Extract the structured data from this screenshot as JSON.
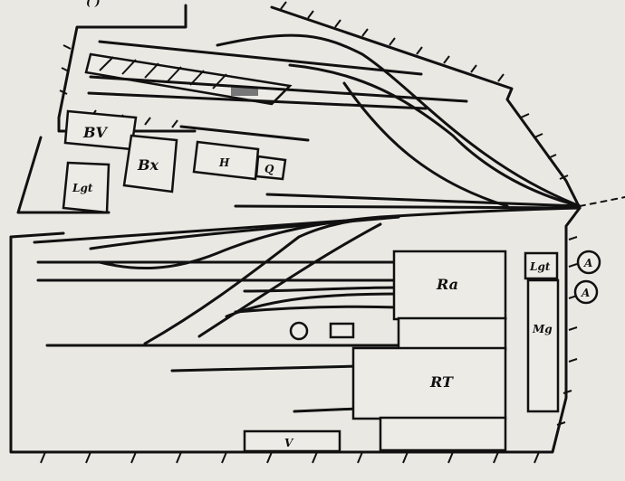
{
  "header": {
    "caption": "( )"
  },
  "buildings": {
    "bv": "BV",
    "bx": "Bx",
    "lgt_left": "Lgt",
    "h": "H",
    "q": "Q",
    "ra": "Ra",
    "rt": "RT",
    "lgt_right": "Lgt",
    "mg": "Mg",
    "v": "V"
  },
  "markers": {
    "a1": "A",
    "a2": "A"
  }
}
